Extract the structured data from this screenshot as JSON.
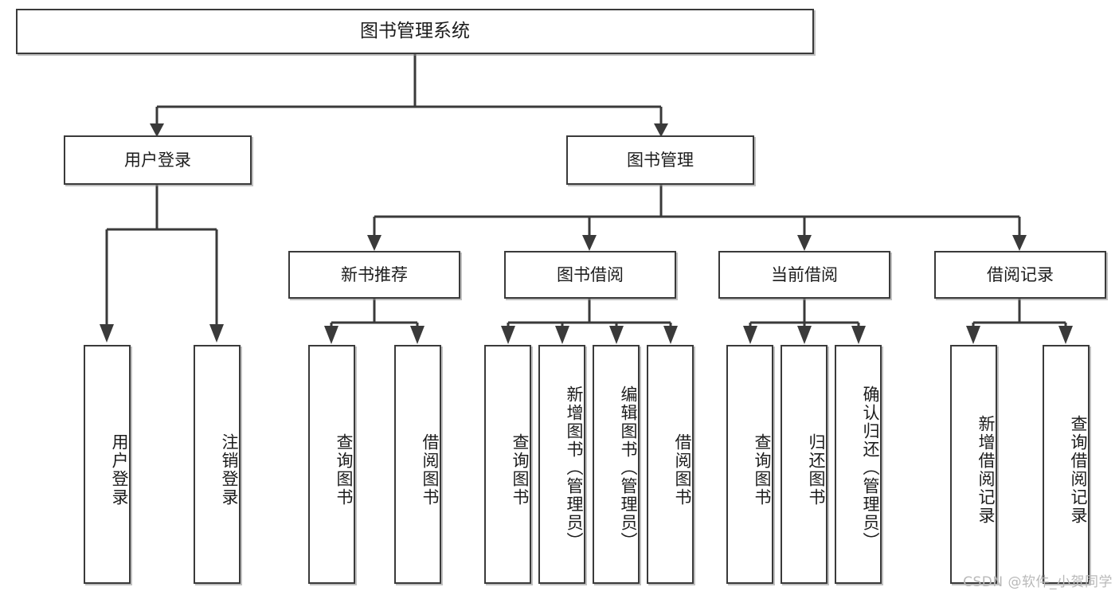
{
  "diagram": {
    "title": "图书管理系统",
    "type": "tree-hierarchy-chart",
    "root": {
      "label": "图书管理系统"
    },
    "level2": [
      {
        "label": "用户登录"
      },
      {
        "label": "图书管理"
      }
    ],
    "level3": [
      {
        "label": "新书推荐"
      },
      {
        "label": "图书借阅"
      },
      {
        "label": "当前借阅"
      },
      {
        "label": "借阅记录"
      }
    ],
    "leaves": {
      "user_login": [
        {
          "label": "用户登录"
        },
        {
          "label": "注销登录"
        }
      ],
      "new_book_recommend": [
        {
          "label": "查询图书"
        },
        {
          "label": "借阅图书"
        }
      ],
      "book_borrow": [
        {
          "label": "查询图书"
        },
        {
          "label": "新增图书（管理员）"
        },
        {
          "label": "编辑图书（管理员）"
        },
        {
          "label": "借阅图书"
        }
      ],
      "current_borrow": [
        {
          "label": "查询图书"
        },
        {
          "label": "归还图书"
        },
        {
          "label": "确认归还（管理员）"
        }
      ],
      "borrow_record": [
        {
          "label": "新增借阅记录"
        },
        {
          "label": "查询借阅记录"
        }
      ]
    }
  },
  "watermark": {
    "text": "CSDN @软件_小贺同学"
  },
  "colors": {
    "stroke": "#3a3a3a",
    "text": "#1c1c1c",
    "background": "#ffffff",
    "watermark": "#b9b9b9"
  }
}
